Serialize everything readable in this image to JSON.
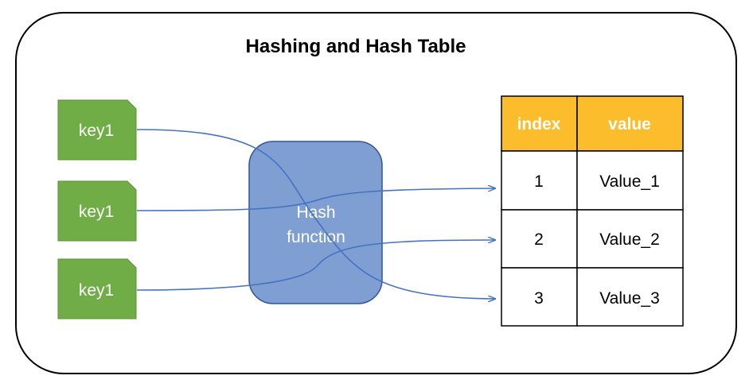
{
  "title": "Hashing and Hash Table",
  "keys": [
    {
      "label": "key1"
    },
    {
      "label": "key1"
    },
    {
      "label": "key1"
    }
  ],
  "hash_function": {
    "line1": "Hash",
    "line2": "function"
  },
  "table": {
    "headers": {
      "index": "index",
      "value": "value"
    },
    "rows": [
      {
        "index": "1",
        "value": "Value_1"
      },
      {
        "index": "2",
        "value": "Value_2"
      },
      {
        "index": "3",
        "value": "Value_3"
      }
    ]
  },
  "colors": {
    "key_fill": "#70AD47",
    "key_stroke": "#5A9137",
    "hash_fill": "#7F9FD3",
    "hash_stroke": "#2F5597",
    "header_fill": "#FBBD2B",
    "arrow": "#4472C4"
  }
}
